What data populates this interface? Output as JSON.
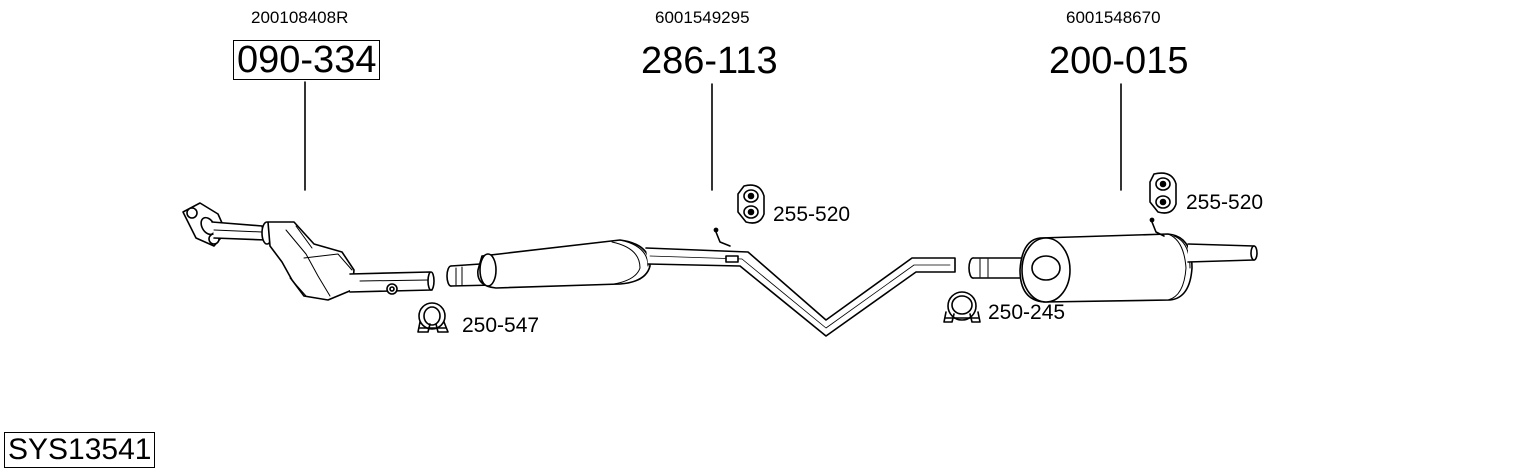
{
  "system": {
    "code": "SYS13541"
  },
  "parts": [
    {
      "ref": "200108408R",
      "part_no": "090-334",
      "icon": "catalytic-converter-icon"
    },
    {
      "ref": "6001549295",
      "part_no": "286-113",
      "icon": "front-silencer-pipe-icon"
    },
    {
      "ref": "6001548670",
      "part_no": "200-015",
      "icon": "rear-silencer-icon"
    }
  ],
  "accessories": [
    {
      "part_no": "250-547",
      "icon": "clamp-icon"
    },
    {
      "part_no": "255-520",
      "icon": "rubber-mount-icon"
    },
    {
      "part_no": "250-245",
      "icon": "clamp-icon"
    },
    {
      "part_no": "255-520",
      "icon": "rubber-mount-icon"
    }
  ],
  "colors": {
    "line": "#000000",
    "fill": "#ffffff",
    "shade": "#dcdcdc"
  }
}
